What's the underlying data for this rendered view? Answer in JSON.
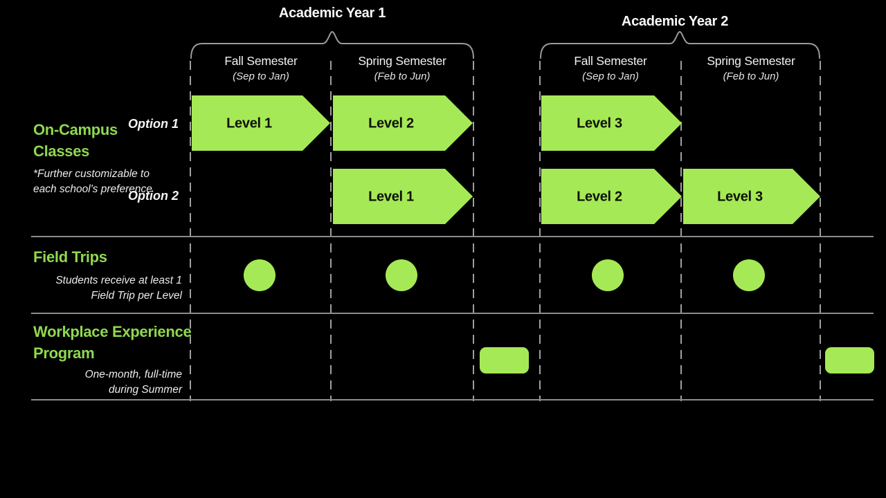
{
  "palette": {
    "background": "#000000",
    "shape_green": "#A6E956",
    "heading_green": "#90D84F",
    "dashed_line_gray": "#A0A0A0",
    "divider_gray": "#8C8C8C",
    "arrow_text_dark": "#0C1104",
    "text_white": "#F2F2F2"
  },
  "years": [
    {
      "label": "Academic Year 1",
      "semesters": [
        {
          "name": "Fall Semester",
          "range": "(Sep to Jan)"
        },
        {
          "name": "Spring Semester",
          "range": "(Feb to Jun)"
        }
      ]
    },
    {
      "label": "Academic Year 2",
      "semesters": [
        {
          "name": "Fall Semester",
          "range": "(Sep to Jan)"
        },
        {
          "name": "Spring Semester",
          "range": "(Feb to Jun)"
        }
      ]
    }
  ],
  "on_campus": {
    "title": "On-Campus Classes",
    "note": "*Further customizable to each school's preference",
    "option1": {
      "label": "Option 1",
      "levels": [
        "Level 1",
        "Level 2",
        "Level 3"
      ]
    },
    "option2": {
      "label": "Option 2",
      "levels": [
        "Level 1",
        "Level 2",
        "Level 3"
      ]
    }
  },
  "field_trips": {
    "title": "Field Trips",
    "note": "Students receive at least 1 Field Trip per Level"
  },
  "workplace": {
    "title": "Workplace Experience Program",
    "note": "One-month, full-time during Summer"
  }
}
